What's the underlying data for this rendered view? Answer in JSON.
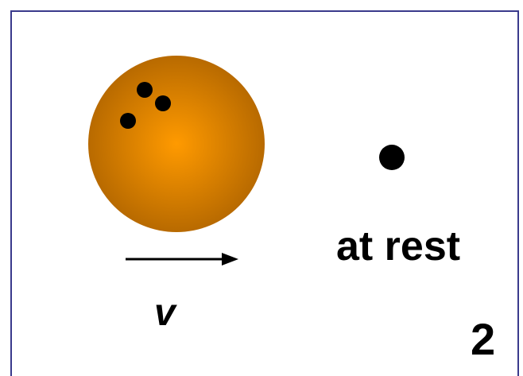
{
  "slide": {
    "frame_color": "#3a3a8c",
    "page_number": "2"
  },
  "bowling_ball": {
    "colors": {
      "center": "#ff9a00",
      "edge": "#b86a00",
      "finger_holes": "#000000"
    },
    "finger_holes": 3
  },
  "velocity": {
    "label": "v",
    "direction": "right"
  },
  "target_particle": {
    "color": "#000000",
    "label": "at rest"
  }
}
